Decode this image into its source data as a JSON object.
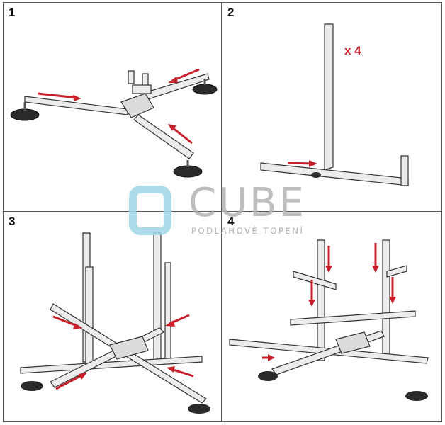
{
  "steps": [
    {
      "number": "1"
    },
    {
      "number": "2",
      "multiplier": "x 4"
    },
    {
      "number": "3"
    },
    {
      "number": "4"
    }
  ],
  "logo": {
    "word": "CUBE",
    "subtitle": "PODLAHOVÉ TOPENÍ"
  },
  "colors": {
    "arrow": "#c8202a",
    "frame": "#5a5a5a",
    "metal": "#e9e9e9",
    "foot": "#2a2a2a",
    "logo_blue": "#9ed6e6"
  }
}
